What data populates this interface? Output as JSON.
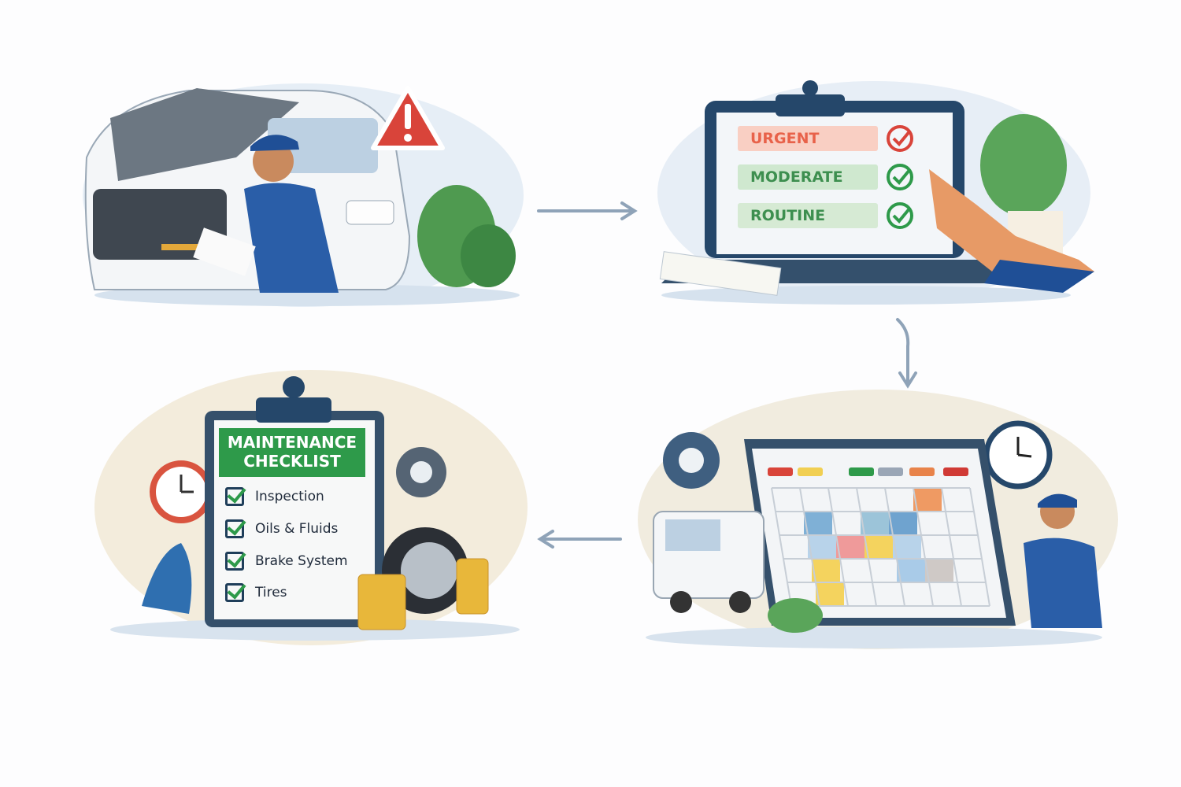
{
  "steps": [
    {
      "id": "inspect",
      "icon": "warning-icon"
    },
    {
      "id": "prioritize",
      "priorities": [
        {
          "label": "URGENT",
          "color": "#e8624a",
          "bg": "#f9cfc3"
        },
        {
          "label": "MODERATE",
          "color": "#3d8f4f",
          "bg": "#cfe8cf"
        },
        {
          "label": "ROUTINE",
          "color": "#3d8f4f",
          "bg": "#d6ead4"
        }
      ]
    },
    {
      "id": "schedule",
      "icon": "calendar-icon"
    },
    {
      "id": "checklist",
      "title_line1": "MAINTENANCE",
      "title_line2": "CHECKLIST",
      "items": [
        "Inspection",
        "Oils & Fluids",
        "Brake System",
        "Tires"
      ]
    }
  ],
  "colors": {
    "navy": "#1f3e5a",
    "green": "#2e9a4a",
    "arrow": "#8fa3b8",
    "red": "#d9443a"
  }
}
